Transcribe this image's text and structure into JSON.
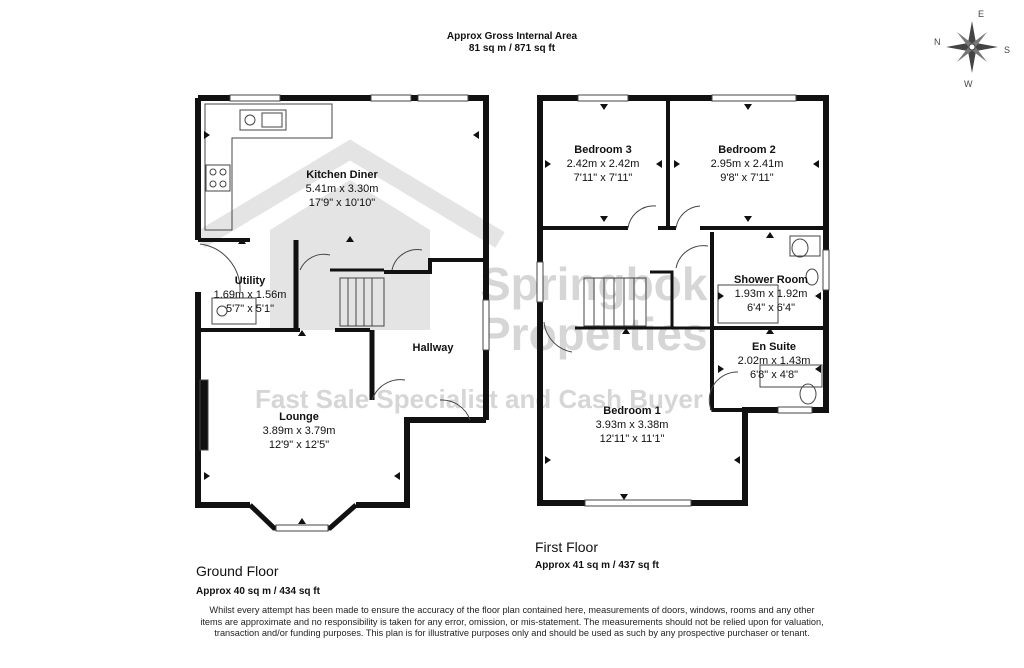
{
  "header": {
    "title": "Approx Gross Internal Area",
    "area": "81 sq m / 871 sq ft"
  },
  "compass": {
    "n": "N",
    "e": "E",
    "s": "S",
    "w": "W"
  },
  "watermark": {
    "brand": "Springbok Properties",
    "tagline": "Fast Sale Specialist and Cash Buyer"
  },
  "ground_floor": {
    "title": "Ground Floor",
    "area": "Approx 40 sq m / 434 sq ft",
    "rooms": {
      "kitchen": {
        "name": "Kitchen Diner",
        "metric": "5.41m x 3.30m",
        "imperial": "17'9\" x 10'10\""
      },
      "utility": {
        "name": "Utility",
        "metric": "1.69m x 1.56m",
        "imperial": "5'7\" x 5'1\""
      },
      "hallway": {
        "name": "Hallway"
      },
      "lounge": {
        "name": "Lounge",
        "metric": "3.89m x 3.79m",
        "imperial": "12'9\" x 12'5\""
      }
    }
  },
  "first_floor": {
    "title": "First Floor",
    "area": "Approx 41 sq m / 437 sq ft",
    "rooms": {
      "bedroom3": {
        "name": "Bedroom 3",
        "metric": "2.42m x 2.42m",
        "imperial": "7'11\" x 7'11\""
      },
      "bedroom2": {
        "name": "Bedroom 2",
        "metric": "2.95m x 2.41m",
        "imperial": "9'8\" x 7'11\""
      },
      "shower": {
        "name": "Shower Room",
        "metric": "1.93m x 1.92m",
        "imperial": "6'4\" x 6'4\""
      },
      "ensuite": {
        "name": "En Suite",
        "metric": "2.02m x 1.43m",
        "imperial": "6'8\" x 4'8\""
      },
      "bedroom1": {
        "name": "Bedroom 1",
        "metric": "3.93m x 3.38m",
        "imperial": "12'11\" x 11'1\""
      }
    }
  },
  "disclaimer": "Whilst every attempt has been made to ensure the accuracy of the floor plan contained here, measurements of doors, windows, rooms and any other items are approximate and no responsibility is taken for any error, omission, or mis-statement. The measurements should not be relied upon for valuation, transaction and/or funding purposes. This plan is for illustrative purposes only and should be used as such by any prospective purchaser or tenant."
}
